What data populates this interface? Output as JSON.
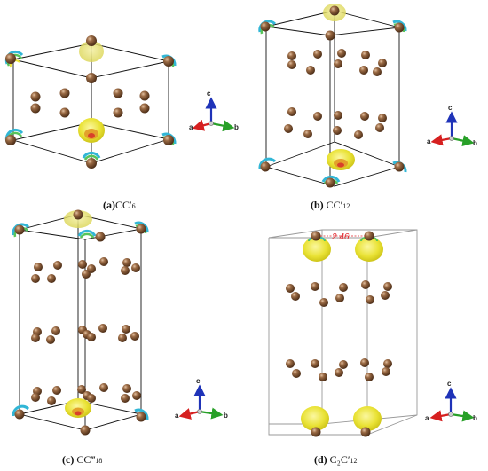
{
  "panels": [
    {
      "id": "a",
      "letter": "(a)",
      "name": "CC′",
      "sub": "6"
    },
    {
      "id": "b",
      "letter": "(b)",
      "name": "CC′",
      "sub": "12"
    },
    {
      "id": "c",
      "letter": "(c)",
      "name": "CC‴",
      "sub": "18"
    },
    {
      "id": "d",
      "letter": "(d)",
      "name": "C₂C′",
      "sub": "12"
    }
  ],
  "axes": {
    "a": "a",
    "b": "b",
    "c": "c"
  },
  "bond_length": "2.46",
  "colors": {
    "atom": "#8a5a36",
    "atom_highlight": "#d7b08f",
    "isosurface_yellow": "#e9e234",
    "isosurface_green": "#57c45a",
    "isosurface_cyan": "#31b6d6",
    "isosurface_red": "#d8402a",
    "axis_a": "#d62020",
    "axis_b": "#28a028",
    "axis_c": "#1f33b8",
    "cell_line": "#111111",
    "bond_label": "#e0242a"
  }
}
